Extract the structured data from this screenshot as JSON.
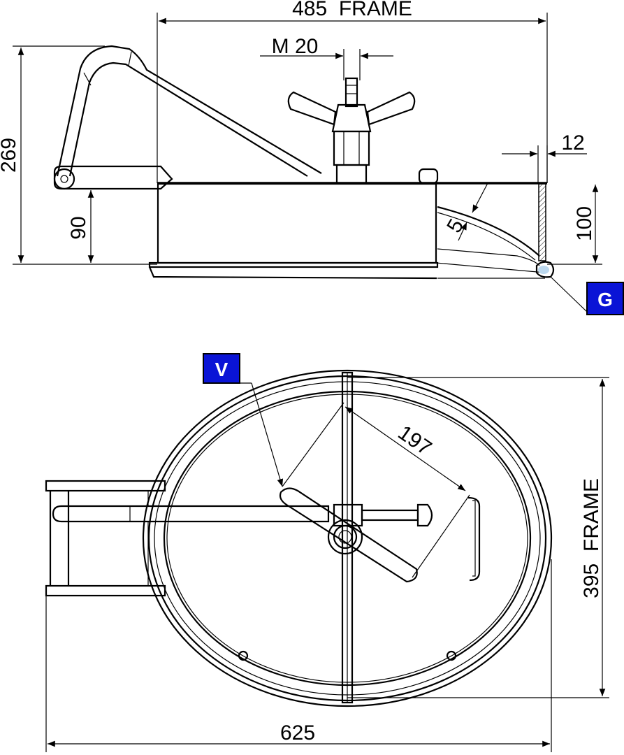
{
  "dimensions": {
    "frame_width": "485  FRAME",
    "thread": "M 20",
    "total_height": "269",
    "hinge_height": "90",
    "frame_thickness": "12",
    "frame_depth": "100",
    "wall": "5",
    "handle_radius": "197",
    "frame_height": "395  FRAME",
    "overall_width": "625"
  },
  "badges": {
    "gasket": "G",
    "valve": "V"
  },
  "colors": {
    "badge_fill": "#0a14d6",
    "badge_border": "#000000",
    "gasket_fill": "#bcd8ee"
  }
}
